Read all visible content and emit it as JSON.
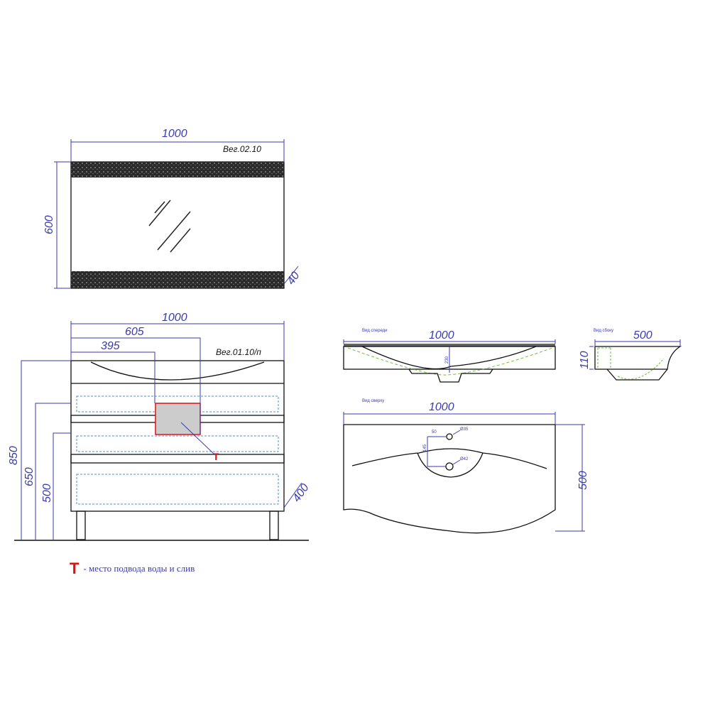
{
  "mirror": {
    "model": "Вег.02.10",
    "width": "1000",
    "height": "600",
    "depth": "40"
  },
  "cabinet": {
    "model": "Вег.01.10/п",
    "width": "1000",
    "offset1": "605",
    "offset2": "395",
    "height_total": "850",
    "height_mid": "650",
    "height_low": "500",
    "depth": "400"
  },
  "sink_front": {
    "label": "Вид спереди",
    "width": "1000",
    "depth": "230"
  },
  "sink_side": {
    "label": "Вид сбоку",
    "width": "500",
    "height": "110"
  },
  "sink_top": {
    "label": "Вид сверху",
    "width": "1000",
    "depth": "500",
    "d1": "50",
    "d2": "Ø35",
    "d3": "Ø42",
    "d4": "145"
  },
  "legend": {
    "marker": "T",
    "text": "- место подвода воды и слив"
  },
  "colors": {
    "dim": "#3a3ab0",
    "marker": "#e01010",
    "hidden": "#6fbf3a",
    "pattern": "#222222"
  }
}
